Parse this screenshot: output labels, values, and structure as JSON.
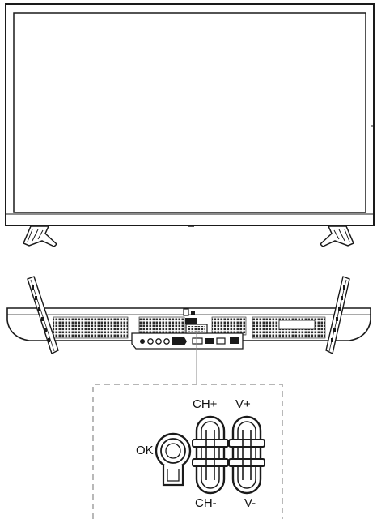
{
  "labels": {
    "ok": "OK",
    "ch_plus": "CH+",
    "ch_minus": "CH-",
    "v_plus": "V+",
    "v_minus": "V-"
  },
  "colors": {
    "line": "#1a1a1a",
    "dashed_frame": "#8a8a8a",
    "vent_fill": "#2a2a2a",
    "background": "#ffffff"
  }
}
